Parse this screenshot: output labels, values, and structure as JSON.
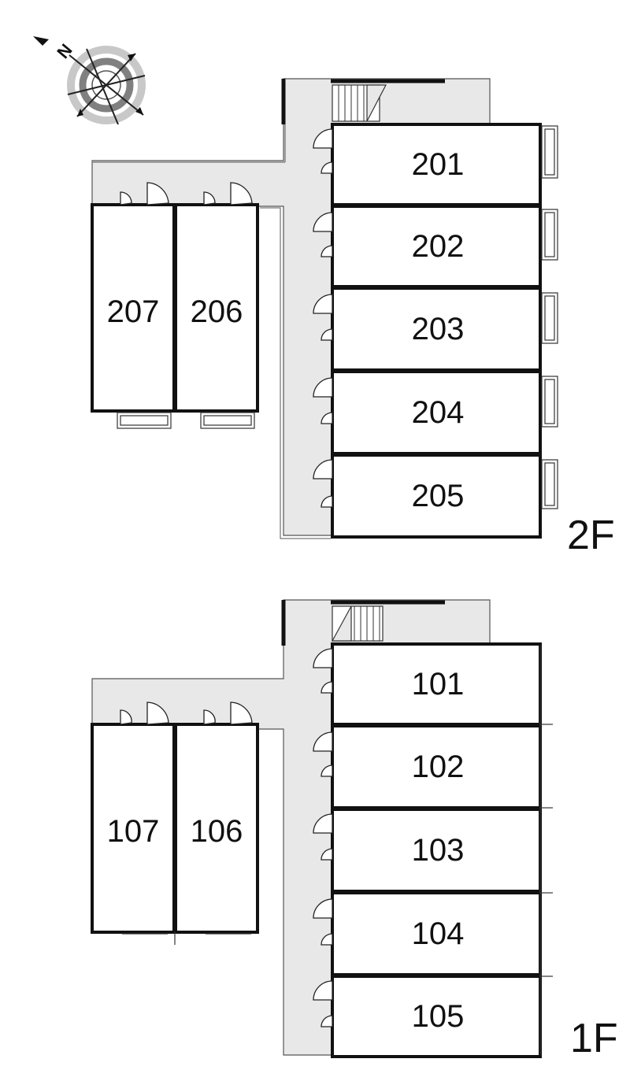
{
  "compass": {
    "icon": "compass-icon",
    "north_label": "N"
  },
  "floors": [
    {
      "key": "2f",
      "label": "2F",
      "units": [
        {
          "id": "201",
          "label": "201"
        },
        {
          "id": "202",
          "label": "202"
        },
        {
          "id": "203",
          "label": "203"
        },
        {
          "id": "204",
          "label": "204"
        },
        {
          "id": "205",
          "label": "205"
        },
        {
          "id": "206",
          "label": "206"
        },
        {
          "id": "207",
          "label": "207"
        }
      ]
    },
    {
      "key": "1f",
      "label": "1F",
      "units": [
        {
          "id": "101",
          "label": "101"
        },
        {
          "id": "102",
          "label": "102"
        },
        {
          "id": "103",
          "label": "103"
        },
        {
          "id": "104",
          "label": "104"
        },
        {
          "id": "105",
          "label": "105"
        },
        {
          "id": "106",
          "label": "106"
        },
        {
          "id": "107",
          "label": "107"
        }
      ]
    }
  ],
  "colors": {
    "walkway": "#e8e8e8",
    "wall": "#111111",
    "compass_ring": "#808080"
  }
}
